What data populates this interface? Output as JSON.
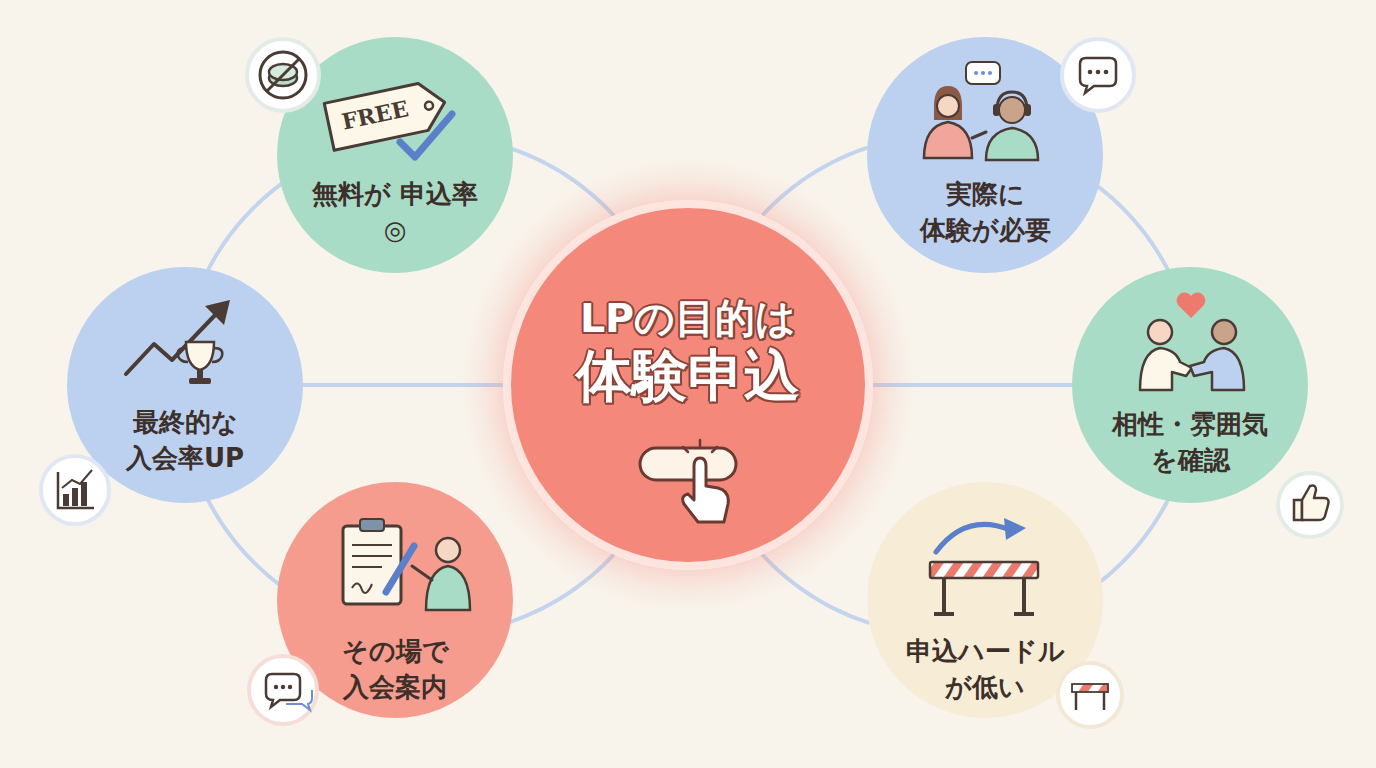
{
  "diagram": {
    "nodes": [
      {
        "text": [
          "LPの目的は",
          "体験申込"
        ]
      },
      {
        "text": [
          "FREE",
          "無料が 申込率◎"
        ]
      },
      {
        "text": [
          "実際に 体験が必要"
        ]
      },
      {
        "text": [
          "最終的な 入会率UP"
        ]
      },
      {
        "text": [
          "相性・雰囲気 を確認"
        ]
      },
      {
        "text": [
          "その場で 入会案内"
        ]
      },
      {
        "text": [
          "申込ハードル が低い"
        ]
      }
    ],
    "edges": [
      {
        "from": 1,
        "to": 3,
        "arrow": "none"
      },
      {
        "from": 3,
        "to": 5,
        "arrow": "none"
      },
      {
        "from": 1,
        "to": 0,
        "arrow": "none"
      },
      {
        "from": 5,
        "to": 0,
        "arrow": "none"
      },
      {
        "from": 3,
        "to": 0,
        "arrow": "none"
      },
      {
        "from": 2,
        "to": 4,
        "arrow": "none"
      },
      {
        "from": 4,
        "to": 6,
        "arrow": "none"
      },
      {
        "from": 2,
        "to": 0,
        "arrow": "none"
      },
      {
        "from": 6,
        "to": 0,
        "arrow": "none"
      },
      {
        "from": 0,
        "to": 4,
        "arrow": "none"
      }
    ]
  }
}
